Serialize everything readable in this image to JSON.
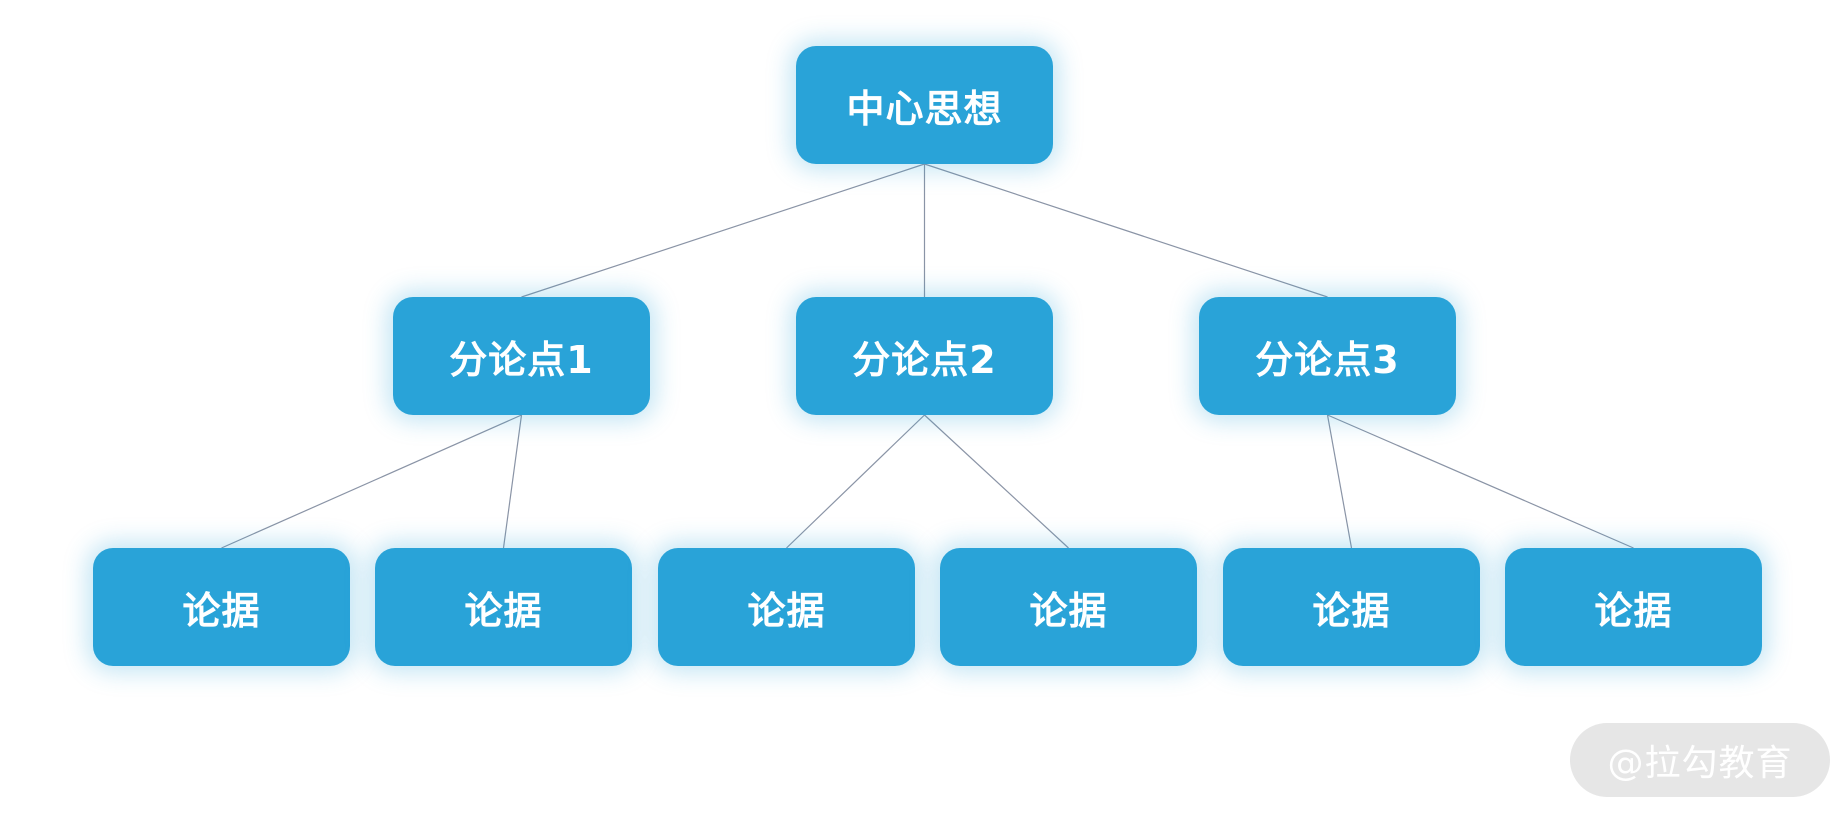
{
  "diagram": {
    "root": {
      "label": "中心思想"
    },
    "points": [
      {
        "label": "分论点1"
      },
      {
        "label": "分论点2"
      },
      {
        "label": "分论点3"
      }
    ],
    "evidence": [
      {
        "label": "论据"
      },
      {
        "label": "论据"
      },
      {
        "label": "论据"
      },
      {
        "label": "论据"
      },
      {
        "label": "论据"
      },
      {
        "label": "论据"
      }
    ],
    "edges": [
      [
        "root",
        "point-1"
      ],
      [
        "root",
        "point-2"
      ],
      [
        "root",
        "point-3"
      ],
      [
        "point-1",
        "evidence-1"
      ],
      [
        "point-1",
        "evidence-2"
      ],
      [
        "point-2",
        "evidence-3"
      ],
      [
        "point-2",
        "evidence-4"
      ],
      [
        "point-3",
        "evidence-5"
      ],
      [
        "point-3",
        "evidence-6"
      ]
    ]
  },
  "watermark": {
    "text": "@拉勾教育"
  },
  "colors": {
    "node_fill": "#29a3d8",
    "node_text": "#ffffff",
    "connector": "#8a94a6",
    "background": "#ffffff",
    "watermark_bg": "#e6e6e6"
  }
}
